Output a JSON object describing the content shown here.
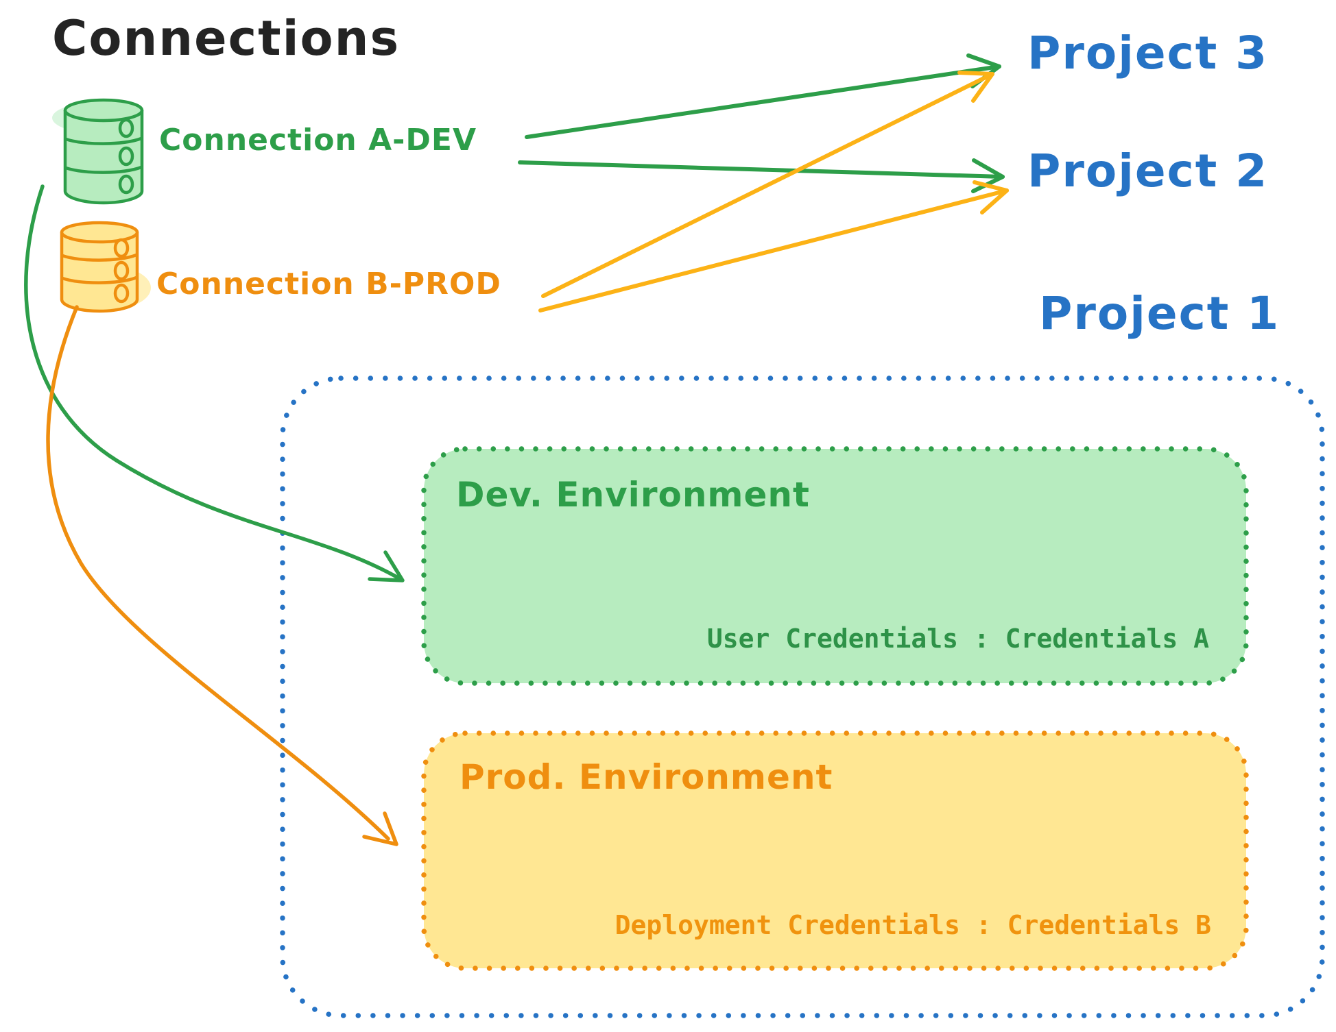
{
  "title": "Connections",
  "connections": [
    {
      "id": "a-dev",
      "label": "Connection A-DEV",
      "color": "#2d9e49",
      "icon": "database-cylinder-icon"
    },
    {
      "id": "b-prod",
      "label": "Connection B-PROD",
      "color": "#ef8e0f",
      "icon": "database-cylinder-icon"
    }
  ],
  "projects": [
    {
      "label": "Project 3"
    },
    {
      "label": "Project 2"
    },
    {
      "label": "Project 1"
    }
  ],
  "project1": {
    "environments": [
      {
        "name": "Dev. Environment",
        "credentials": "User Credentials : Credentials A",
        "stroke": "#2d9e49",
        "fill": "#b7ecbf"
      },
      {
        "name": "Prod. Environment",
        "credentials": "Deployment Credentials : Credentials B",
        "stroke": "#ef8e0f",
        "fill": "#ffe793"
      }
    ],
    "border_color": "#2673c5"
  },
  "arrows": [
    {
      "from": "Connection A-DEV",
      "to": "Project 3",
      "color": "#2d9e49"
    },
    {
      "from": "Connection A-DEV",
      "to": "Project 2",
      "color": "#2d9e49"
    },
    {
      "from": "Connection A-DEV",
      "to": "Dev. Environment",
      "color": "#2d9e49"
    },
    {
      "from": "Connection B-PROD",
      "to": "Project 3",
      "color": "#fcb216"
    },
    {
      "from": "Connection B-PROD",
      "to": "Project 2",
      "color": "#fcb216"
    },
    {
      "from": "Connection B-PROD",
      "to": "Prod. Environment",
      "color": "#ef8e0f"
    }
  ],
  "colors": {
    "title": "#242424",
    "project_blue": "#2673c5",
    "green_stroke": "#2d9e49",
    "green_fill": "#b7ecbf",
    "orange_stroke": "#ef8e0f",
    "yellow_arrow": "#fcb216",
    "yellow_fill": "#ffe793",
    "background": "#ffffff"
  }
}
